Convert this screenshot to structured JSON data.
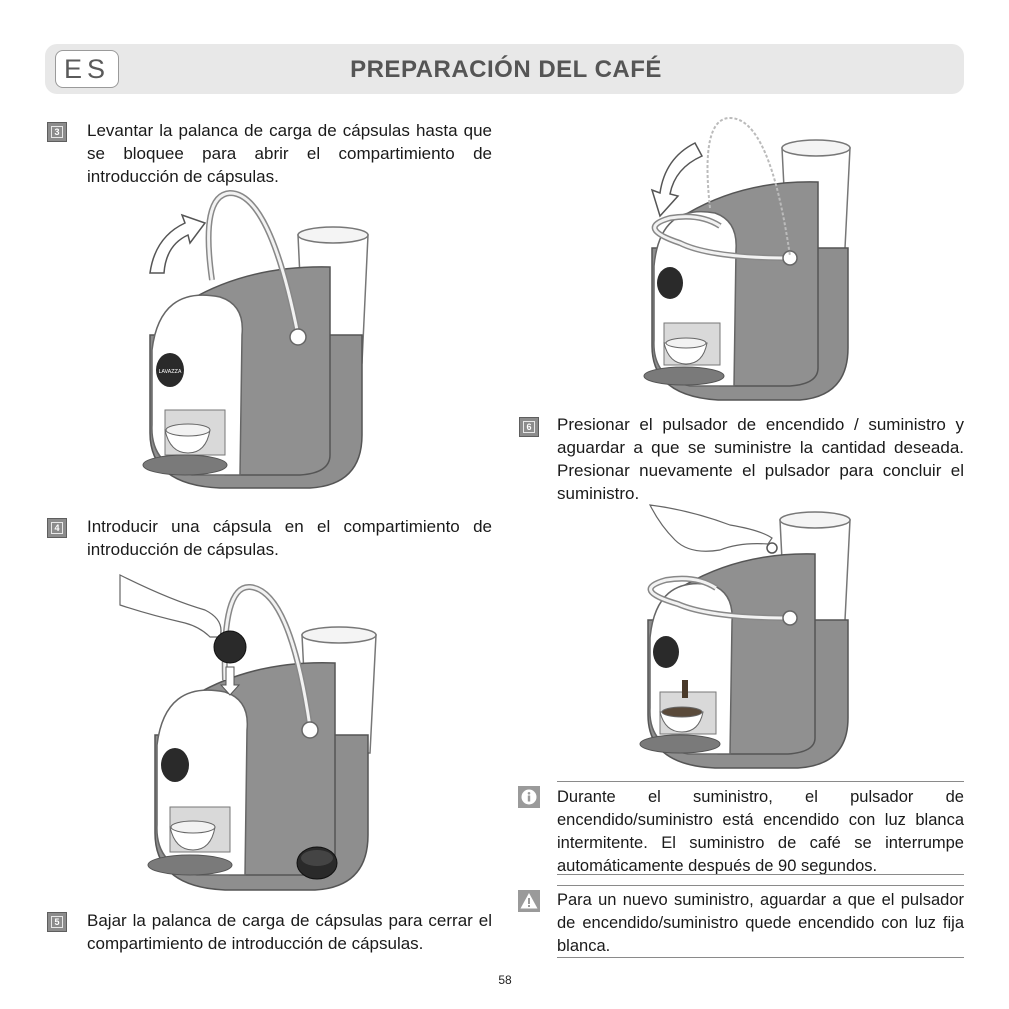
{
  "header": {
    "language_code": "ES",
    "title": "PREPARACIÓN DEL CAFÉ"
  },
  "steps": [
    {
      "number": "3",
      "text": "Levantar la palanca de carga de cápsulas hasta que se bloquee para abrir el compartimiento de introducción de cápsulas."
    },
    {
      "number": "4",
      "text": "Introducir una cápsula en el compartimiento de introducción de cápsulas."
    },
    {
      "number": "5",
      "text": "Bajar la palanca de carga de cápsulas para cerrar el compartimiento de introducción de cápsulas."
    },
    {
      "number": "6",
      "text": "Presionar el pulsador de encendido / suministro y aguardar a que se suministre la cantidad deseada. Presionar nuevamente el pulsador para concluir el suministro."
    }
  ],
  "notes": [
    {
      "icon": "info-icon",
      "text": "Durante el suministro, el pulsador de encendido/suministro está encendido con luz blanca intermitente. El suministro de café se interrumpe automáticamente después de 90 segundos."
    },
    {
      "icon": "warning-icon",
      "text": "Para un nuevo suministro, aguardar a que el pulsador de encendido/suministro quede encendido con luz fija blanca."
    }
  ],
  "brand_logo_text": "LAVAZZA",
  "page_number": "58"
}
